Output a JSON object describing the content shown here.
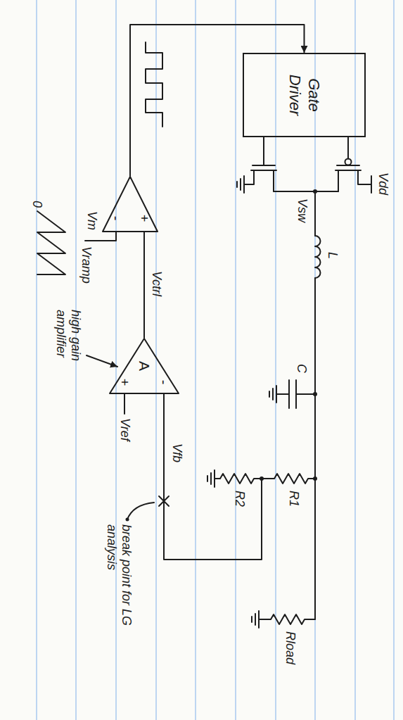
{
  "diagram": {
    "nodes": [
      {
        "text": [
          "Gate Driver"
        ]
      },
      {
        "text": [
          "+",
          "-"
        ]
      },
      {
        "text": [
          "A",
          "-",
          "+"
        ]
      }
    ],
    "edges": [
      {
        "from": 1,
        "to": 0,
        "arrow": "to"
      },
      {
        "from": 2,
        "to": 1,
        "arrow": "none"
      }
    ],
    "labels": [
      "Vdd",
      "Vsw",
      "L",
      "C",
      "R1",
      "R2",
      "Rload",
      "Vctrl",
      "Vm",
      "Vramp",
      "Vref",
      "Vfb",
      "high gain amplifier",
      "break point for LG analysis",
      "0"
    ]
  }
}
